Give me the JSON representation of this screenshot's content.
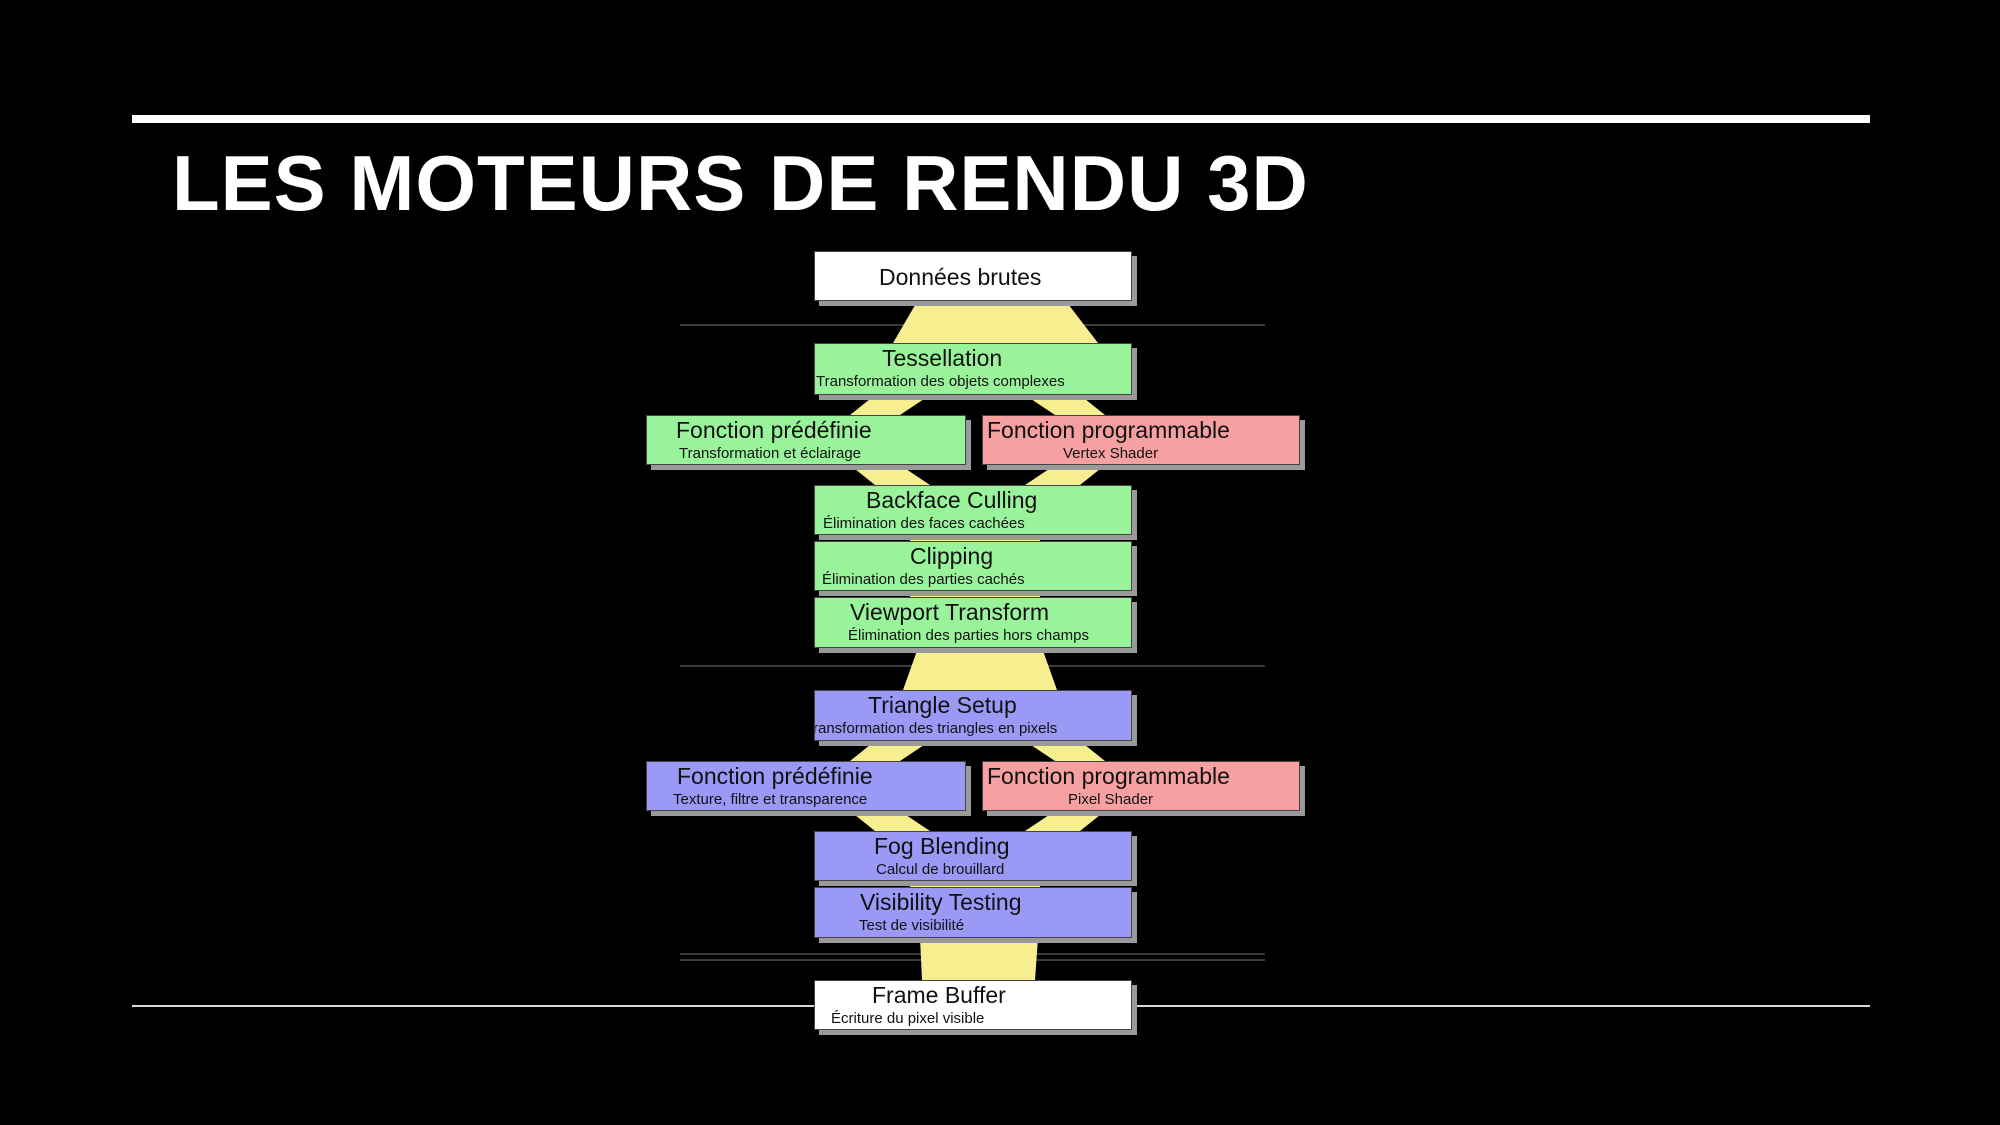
{
  "slide": {
    "title": "LES MOTEURS DE RENDU 3D"
  },
  "colors": {
    "background": "#000000",
    "connector": "#f7ef8f",
    "green": "#99f39b",
    "pink": "#f6a0a2",
    "blue": "#9a99f6",
    "white": "#ffffff"
  },
  "pipeline": {
    "raw_data": {
      "title": "Données brutes"
    },
    "tessellation": {
      "title": "Tessellation",
      "subtitle": "Transformation des objets complexes"
    },
    "fixed_geometry": {
      "title": "Fonction prédéfinie",
      "subtitle": "Transformation et éclairage"
    },
    "vertex_shader": {
      "title": "Fonction programmable",
      "subtitle": "Vertex Shader"
    },
    "backface_culling": {
      "title": "Backface Culling",
      "subtitle": "Élimination des faces cachées"
    },
    "clipping": {
      "title": "Clipping",
      "subtitle": "Élimination des parties cachés"
    },
    "viewport_transform": {
      "title": "Viewport Transform",
      "subtitle": "Élimination des parties hors champs"
    },
    "triangle_setup": {
      "title": "Triangle Setup",
      "subtitle": "ransformation des triangles en pixels"
    },
    "fixed_pixel": {
      "title": "Fonction prédéfinie",
      "subtitle": "Texture, filtre et transparence"
    },
    "pixel_shader": {
      "title": "Fonction programmable",
      "subtitle": "Pixel Shader"
    },
    "fog_blending": {
      "title": "Fog Blending",
      "subtitle": "Calcul de brouillard"
    },
    "visibility_testing": {
      "title": "Visibility Testing",
      "subtitle": "Test de visibilité"
    },
    "frame_buffer": {
      "title": "Frame Buffer",
      "subtitle": "Écriture du pixel visible"
    }
  }
}
